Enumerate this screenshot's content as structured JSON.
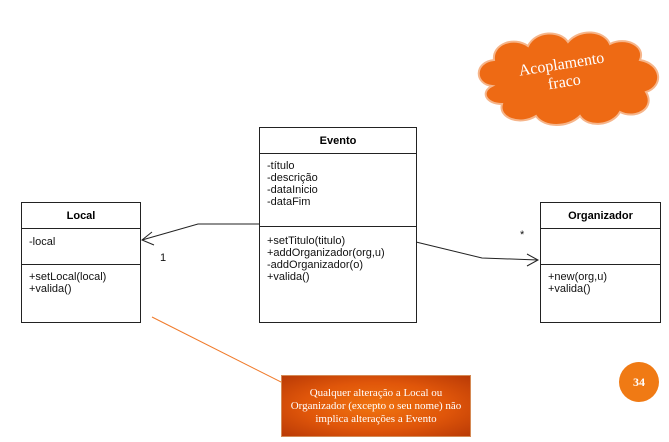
{
  "cloud": {
    "text_line1": "Acoplamento",
    "text_line2": "fraco"
  },
  "evento": {
    "name": "Evento",
    "attributes": [
      "-título",
      "-descrição",
      "-dataInicio",
      "-dataFim"
    ],
    "methods": [
      "+setTitulo(titulo)",
      "+addOrganizador(org,u)",
      "-addOrganizador(o)",
      "+valida()"
    ]
  },
  "local": {
    "name": "Local",
    "attributes": [
      "-local"
    ],
    "methods": [
      "+setLocal(local)",
      "+valida()"
    ]
  },
  "organizador": {
    "name": "Organizador",
    "attributes": [],
    "methods": [
      "+new(org,u)",
      "+valida()"
    ]
  },
  "associations": {
    "evento_local_multiplicity": "1",
    "evento_organizador_multiplicity": "*"
  },
  "note": {
    "text": "Qualquer alteração a Local ou Organizador (excepto o seu nome) não implica alterações a Evento"
  },
  "page_number": "34",
  "colors": {
    "accent": "#e8640c",
    "cloud": "#ee6a14",
    "line": "#222222"
  }
}
